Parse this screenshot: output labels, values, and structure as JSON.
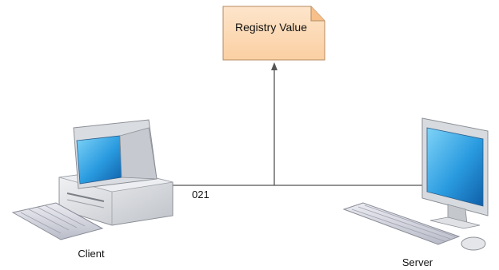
{
  "registry_note": {
    "label": "Registry Value"
  },
  "connection": {
    "label": "021"
  },
  "client": {
    "label": "Client"
  },
  "server": {
    "label": "Server"
  },
  "colors": {
    "note_fill": "#fcd9b4",
    "note_border": "#b58a5e",
    "line": "#555555",
    "screen_blue": "#2b9fd9"
  }
}
